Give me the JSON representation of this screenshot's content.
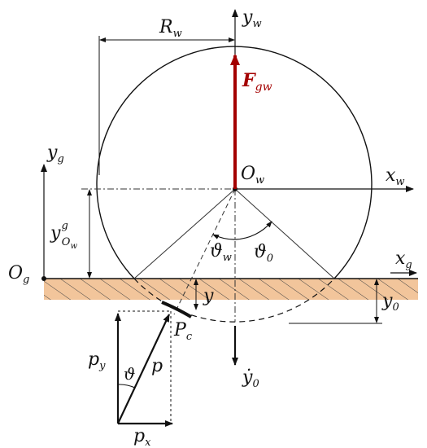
{
  "labels": {
    "Rw_base": "R",
    "Rw_sub": "w",
    "yw_base": "y",
    "yw_sub": "w",
    "Fgw_base": "F",
    "Fgw_sub": "gw",
    "yg_base": "y",
    "yg_sub": "g",
    "Ow_base": "O",
    "Ow_sub": "w",
    "xw_base": "x",
    "xw_sub": "w",
    "yOw_base": "y",
    "yOw_sup": "g",
    "yOw_sub": "O",
    "yOw_subsub": "w",
    "xg_base": "x",
    "xg_sub": "g",
    "Og_base": "O",
    "Og_sub": "g",
    "thw_base": "ϑ",
    "thw_sub": "w",
    "th0_base": "ϑ",
    "th0_sub": "0",
    "y_label": "y",
    "y0_base": "y",
    "y0_sub": "0",
    "Pc_base": "P",
    "Pc_sub": "c",
    "py_base": "p",
    "py_sub": "y",
    "theta_label": "ϑ",
    "p_label": "p",
    "px_base": "p",
    "px_sub": "x",
    "y0dot_base": "ẏ",
    "y0dot_sub": "0"
  },
  "colors": {
    "ground": "#f2c59b",
    "force": "#a40000",
    "line": "#111111"
  }
}
